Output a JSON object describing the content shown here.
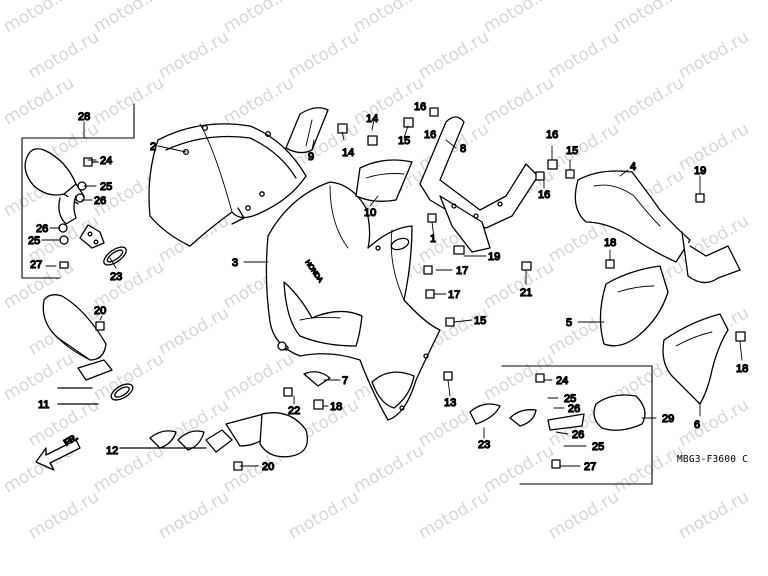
{
  "diagram": {
    "code": "MBG3-F3600 C",
    "watermark": "motod.ru",
    "direction_label": "FR.",
    "callouts": {
      "c1": "1",
      "c2": "2",
      "c3": "3",
      "c4": "4",
      "c5": "5",
      "c6": "6",
      "c7": "7",
      "c8": "8",
      "c9": "9",
      "c10": "10",
      "c11": "11",
      "c12": "12",
      "c13": "13",
      "c14a": "14",
      "c14b": "14",
      "c15a": "15",
      "c15b": "15",
      "c15c": "15",
      "c16a": "16",
      "c16b": "16",
      "c16c": "16",
      "c16d": "16",
      "c17a": "17",
      "c17b": "17",
      "c18a": "18",
      "c18b": "18",
      "c18c": "18",
      "c19a": "19",
      "c19b": "19",
      "c20a": "20",
      "c20b": "20",
      "c21": "21",
      "c22": "22",
      "c23a": "23",
      "c23b": "23",
      "c24a": "24",
      "c24b": "24",
      "c25a": "25",
      "c25b": "25",
      "c25c": "25",
      "c25d": "25",
      "c26a": "26",
      "c26b": "26",
      "c26c": "26",
      "c26d": "26",
      "c27a": "27",
      "c27b": "27",
      "c28": "28",
      "c29": "29"
    },
    "brand_text": "HONDA"
  }
}
